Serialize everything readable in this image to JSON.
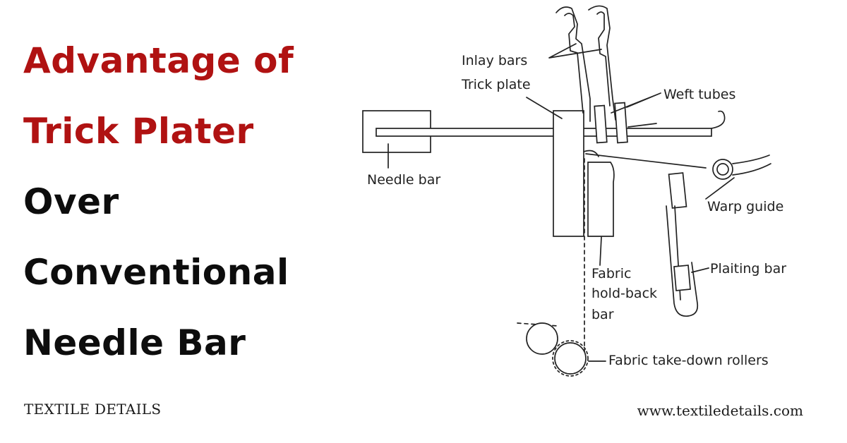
{
  "heading": {
    "lines": [
      {
        "text": "Advantage of",
        "color": "#b01212"
      },
      {
        "text": "Trick Plater",
        "color": "#b01212"
      },
      {
        "text": "Over",
        "color": "#0d0d0d"
      },
      {
        "text": "Conventional",
        "color": "#0d0d0d"
      },
      {
        "text": "Needle Bar",
        "color": "#0d0d0d"
      }
    ]
  },
  "diagram": {
    "labels": {
      "inlay_bars": "Inlay bars",
      "trick_plate": "Trick plate",
      "weft_tubes": "Weft tubes",
      "needle_bar": "Needle bar",
      "warp_guide": "Warp guide",
      "plaiting_bar": "Plaiting bar",
      "fabric_holdback_1": "Fabric",
      "fabric_holdback_2": "hold-back",
      "fabric_holdback_3": "bar",
      "takedown_rollers": "Fabric take-down rollers"
    }
  },
  "footer": {
    "brand": "TEXTILE DETAILS",
    "url": "www.textiledetails.com"
  },
  "colors": {
    "accent": "#b01212",
    "text": "#0d0d0d",
    "line": "#222222",
    "background": "#ffffff"
  }
}
